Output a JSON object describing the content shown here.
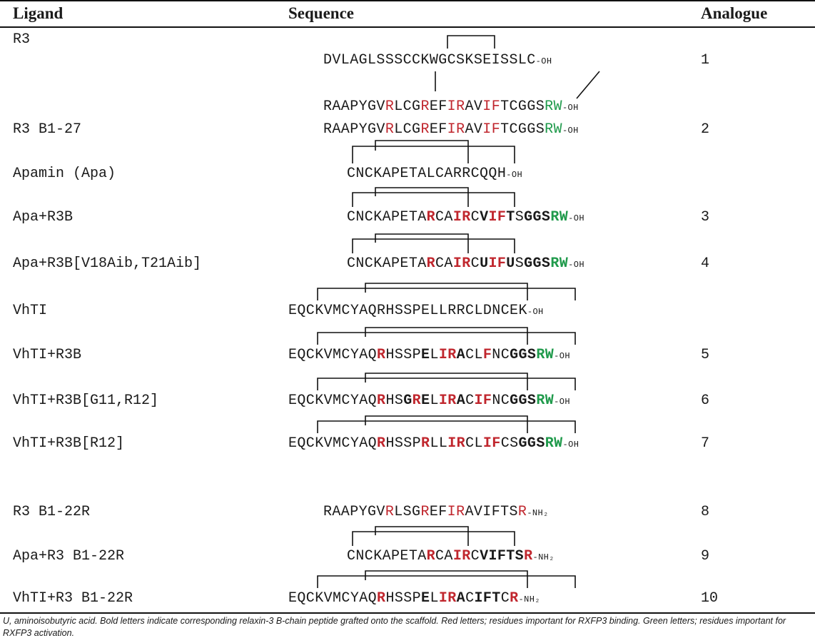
{
  "headers": {
    "ligand": "Ligand",
    "sequence": "Sequence",
    "analogue": "Analogue"
  },
  "rows": [
    {
      "ligand": "R3",
      "analogue": "1",
      "sequence_a": [
        {
          "t": "DVLAGLSSSCCKWGCSKSEISSLC",
          "s": ""
        },
        {
          "t": "-OH",
          "s": "tag"
        }
      ],
      "sequence_b": [
        {
          "t": "RAAPYGV",
          "s": ""
        },
        {
          "t": "R",
          "s": "r"
        },
        {
          "t": "LCG",
          "s": ""
        },
        {
          "t": "R",
          "s": "r"
        },
        {
          "t": "EF",
          "s": ""
        },
        {
          "t": "IR",
          "s": "r"
        },
        {
          "t": "AV",
          "s": ""
        },
        {
          "t": "IF",
          "s": "r"
        },
        {
          "t": "TCGGS",
          "s": ""
        },
        {
          "t": "RW",
          "s": "g"
        },
        {
          "t": "-OH",
          "s": "tag"
        }
      ]
    },
    {
      "ligand": "R3 B1-27",
      "analogue": "2",
      "sequence": [
        {
          "t": "RAAPYGV",
          "s": ""
        },
        {
          "t": "R",
          "s": "r"
        },
        {
          "t": "LCG",
          "s": ""
        },
        {
          "t": "R",
          "s": "r"
        },
        {
          "t": "EF",
          "s": ""
        },
        {
          "t": "IR",
          "s": "r"
        },
        {
          "t": "AV",
          "s": ""
        },
        {
          "t": "IF",
          "s": "r"
        },
        {
          "t": "TCGGS",
          "s": ""
        },
        {
          "t": "RW",
          "s": "g"
        },
        {
          "t": "-OH",
          "s": "tag"
        }
      ]
    },
    {
      "ligand": "Apamin (Apa)",
      "analogue": "",
      "sequence": [
        {
          "t": "CNCKAPETALCARRCQQH",
          "s": ""
        },
        {
          "t": "-OH",
          "s": "tag"
        }
      ]
    },
    {
      "ligand": "Apa+R3B",
      "analogue": "3",
      "sequence": [
        {
          "t": "CNCKAPETA",
          "s": ""
        },
        {
          "t": "R",
          "s": "r b"
        },
        {
          "t": "CA",
          "s": ""
        },
        {
          "t": "IR",
          "s": "r b"
        },
        {
          "t": "C",
          "s": ""
        },
        {
          "t": "V",
          "s": "b"
        },
        {
          "t": "IF",
          "s": "r b"
        },
        {
          "t": "T",
          "s": "b"
        },
        {
          "t": "S",
          "s": ""
        },
        {
          "t": "GGS",
          "s": "b"
        },
        {
          "t": "RW",
          "s": "g b"
        },
        {
          "t": "-OH",
          "s": "tag"
        }
      ]
    },
    {
      "ligand": "Apa+R3B[V18Aib,T21Aib]",
      "analogue": "4",
      "sequence": [
        {
          "t": "CNCKAPETA",
          "s": ""
        },
        {
          "t": "R",
          "s": "r b"
        },
        {
          "t": "CA",
          "s": ""
        },
        {
          "t": "IR",
          "s": "r b"
        },
        {
          "t": "C",
          "s": ""
        },
        {
          "t": "U",
          "s": "b"
        },
        {
          "t": "IF",
          "s": "r b"
        },
        {
          "t": "U",
          "s": "b"
        },
        {
          "t": "S",
          "s": ""
        },
        {
          "t": "GGS",
          "s": "b"
        },
        {
          "t": "RW",
          "s": "g b"
        },
        {
          "t": "-OH",
          "s": "tag"
        }
      ]
    },
    {
      "ligand": "VhTI",
      "analogue": "",
      "sequence": [
        {
          "t": "EQCKVMCYAQRHSSPELLRRCLDNCEK",
          "s": ""
        },
        {
          "t": "-OH",
          "s": "tag"
        }
      ]
    },
    {
      "ligand": "VhTI+R3B",
      "analogue": "5",
      "sequence": [
        {
          "t": "EQCKVMCYAQ",
          "s": ""
        },
        {
          "t": "R",
          "s": "r b"
        },
        {
          "t": "HSSP",
          "s": ""
        },
        {
          "t": "E",
          "s": "b"
        },
        {
          "t": "L",
          "s": ""
        },
        {
          "t": "IR",
          "s": "r b"
        },
        {
          "t": "A",
          "s": "b"
        },
        {
          "t": "CL",
          "s": ""
        },
        {
          "t": "F",
          "s": "r b"
        },
        {
          "t": "NC",
          "s": ""
        },
        {
          "t": "GGS",
          "s": "b"
        },
        {
          "t": "RW",
          "s": "g b"
        },
        {
          "t": "-OH",
          "s": "tag"
        }
      ]
    },
    {
      "ligand": "VhTI+R3B[G11,R12]",
      "analogue": "6",
      "sequence": [
        {
          "t": "EQCKVMCYAQ",
          "s": ""
        },
        {
          "t": "R",
          "s": "r b"
        },
        {
          "t": "HS",
          "s": ""
        },
        {
          "t": "G",
          "s": "b"
        },
        {
          "t": "R",
          "s": "r b"
        },
        {
          "t": "E",
          "s": "b"
        },
        {
          "t": "L",
          "s": ""
        },
        {
          "t": "IR",
          "s": "r b"
        },
        {
          "t": "A",
          "s": "b"
        },
        {
          "t": "C",
          "s": ""
        },
        {
          "t": "IF",
          "s": "r b"
        },
        {
          "t": "NC",
          "s": ""
        },
        {
          "t": "GGS",
          "s": "b"
        },
        {
          "t": "RW",
          "s": "g b"
        },
        {
          "t": "-OH",
          "s": "tag"
        }
      ]
    },
    {
      "ligand": "VhTI+R3B[R12]",
      "analogue": "7",
      "sequence": [
        {
          "t": "EQCKVMCYAQ",
          "s": ""
        },
        {
          "t": "R",
          "s": "r b"
        },
        {
          "t": "HSSP",
          "s": ""
        },
        {
          "t": "R",
          "s": "r b"
        },
        {
          "t": "LL",
          "s": ""
        },
        {
          "t": "IR",
          "s": "r b"
        },
        {
          "t": "CL",
          "s": ""
        },
        {
          "t": "IF",
          "s": "r b"
        },
        {
          "t": "CS",
          "s": ""
        },
        {
          "t": "GGS",
          "s": "b"
        },
        {
          "t": "RW",
          "s": "g b"
        },
        {
          "t": "-OH",
          "s": "tag"
        }
      ]
    },
    {
      "ligand": "R3 B1-22R",
      "analogue": "8",
      "sequence": [
        {
          "t": "RAAPYGV",
          "s": ""
        },
        {
          "t": "R",
          "s": "r"
        },
        {
          "t": "LSG",
          "s": ""
        },
        {
          "t": "R",
          "s": "r"
        },
        {
          "t": "EF",
          "s": ""
        },
        {
          "t": "IR",
          "s": "r"
        },
        {
          "t": "AVIFTS",
          "s": ""
        },
        {
          "t": "R",
          "s": "r"
        },
        {
          "t": "-NH₂",
          "s": "tag"
        }
      ]
    },
    {
      "ligand": "Apa+R3 B1-22R",
      "analogue": "9",
      "sequence": [
        {
          "t": "CNCKAPETA",
          "s": ""
        },
        {
          "t": "R",
          "s": "r b"
        },
        {
          "t": "CA",
          "s": ""
        },
        {
          "t": "IR",
          "s": "r b"
        },
        {
          "t": "C",
          "s": ""
        },
        {
          "t": "VIFTS",
          "s": "b"
        },
        {
          "t": "R",
          "s": "r b"
        },
        {
          "t": "-NH₂",
          "s": "tag"
        }
      ]
    },
    {
      "ligand": "VhTI+R3 B1-22R",
      "analogue": "10",
      "sequence": [
        {
          "t": "EQCKVMCYAQ",
          "s": ""
        },
        {
          "t": "R",
          "s": "r b"
        },
        {
          "t": "HSSP",
          "s": ""
        },
        {
          "t": "E",
          "s": "b"
        },
        {
          "t": "L",
          "s": ""
        },
        {
          "t": "IR",
          "s": "r b"
        },
        {
          "t": "A",
          "s": "b"
        },
        {
          "t": "C",
          "s": ""
        },
        {
          "t": "IFT",
          "s": "b"
        },
        {
          "t": "C",
          "s": ""
        },
        {
          "t": "R",
          "s": "r b"
        },
        {
          "t": "-NH₂",
          "s": "tag"
        }
      ]
    }
  ],
  "footnote": "U, aminoisobutyric acid. Bold letters indicate corresponding relaxin-3 B-chain peptide grafted onto the scaffold. Red letters; residues important for RXFP3 binding. Green letters; residues important for RXFP3 activation."
}
